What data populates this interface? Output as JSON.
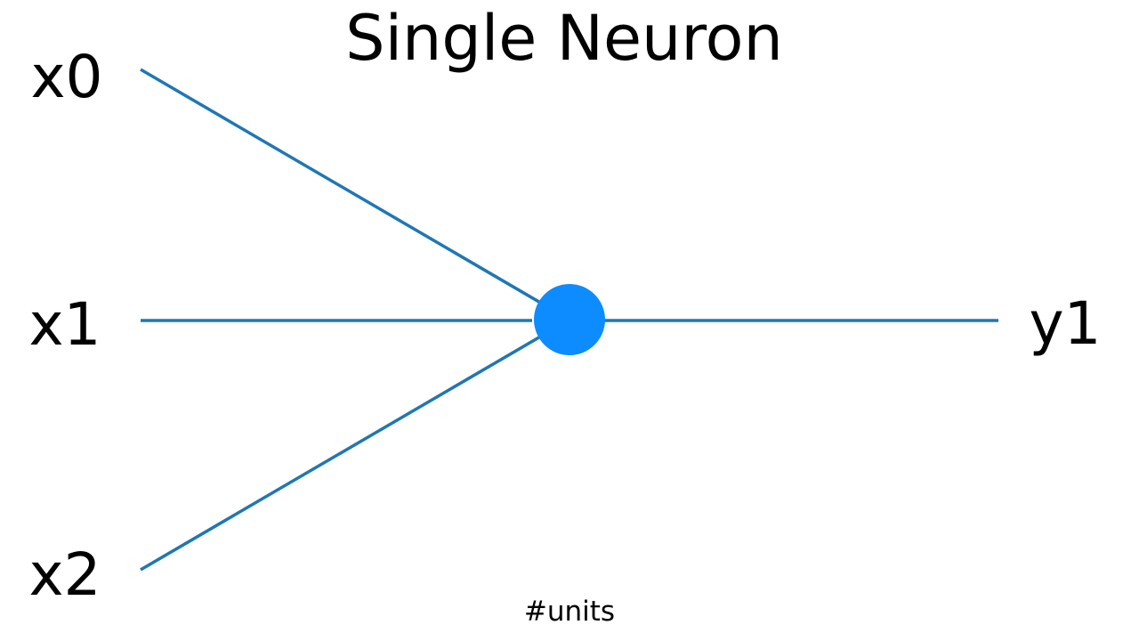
{
  "figure": {
    "title": "Single Neuron",
    "caption": "#units"
  },
  "network": {
    "type": "single-neuron-diagram",
    "inputs": [
      {
        "id": "x0",
        "label": "x0"
      },
      {
        "id": "x1",
        "label": "x1"
      },
      {
        "id": "x2",
        "label": "x2"
      }
    ],
    "hidden_units": 1,
    "outputs": [
      {
        "id": "y1",
        "label": "y1"
      }
    ],
    "edges": [
      {
        "from": "x0",
        "to": "neuron"
      },
      {
        "from": "x1",
        "to": "neuron"
      },
      {
        "from": "x2",
        "to": "neuron"
      },
      {
        "from": "neuron",
        "to": "y1"
      }
    ]
  },
  "colors": {
    "edge": "#1f77b4",
    "node": "#0d8cff",
    "text": "#000000",
    "background": "#ffffff"
  }
}
